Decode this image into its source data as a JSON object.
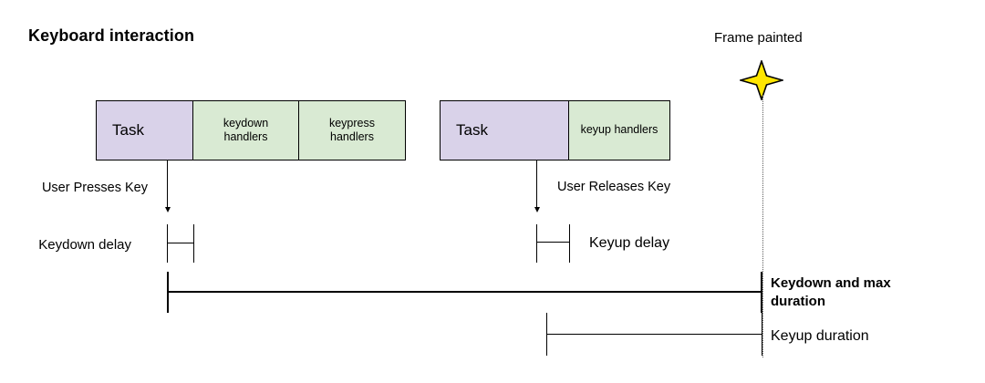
{
  "diagram": {
    "title": "Keyboard interaction",
    "colors": {
      "task_fill": "#d9d2e9",
      "handler_fill": "#d9ead3",
      "stroke": "#000000",
      "star_fill": "#ffe600",
      "guide": "#5f5f5f",
      "background": "#ffffff"
    }
  },
  "timeline": {
    "frame_marker": {
      "label": "Frame painted",
      "icon": "four-point-star-icon"
    },
    "tracks": [
      {
        "id": "keydown-task",
        "blocks": [
          {
            "label": "Task",
            "kind": "task"
          },
          {
            "label": "keydown\nhandlers",
            "line1": "keydown",
            "line2": "handlers",
            "kind": "handler"
          },
          {
            "label": "keypress\nhandlers",
            "line1": "keypress",
            "line2": "handlers",
            "kind": "handler"
          }
        ]
      },
      {
        "id": "keyup-task",
        "blocks": [
          {
            "label": "Task",
            "kind": "task"
          },
          {
            "label": "keyup handlers",
            "kind": "handler"
          }
        ]
      }
    ],
    "events": [
      {
        "id": "key-press-event",
        "label": "User Presses Key"
      },
      {
        "id": "key-release-event",
        "label": "User Releases Key"
      }
    ],
    "measurements": [
      {
        "id": "keydown-delay",
        "label": "Keydown delay",
        "bold": false
      },
      {
        "id": "keyup-delay",
        "label": "Keyup delay",
        "bold": false
      },
      {
        "id": "keydown-max-duration",
        "label": "Keydown and max duration",
        "line1": "Keydown and max",
        "line2": "duration",
        "bold": true
      },
      {
        "id": "keyup-duration",
        "label": "Keyup duration",
        "bold": false
      }
    ]
  }
}
